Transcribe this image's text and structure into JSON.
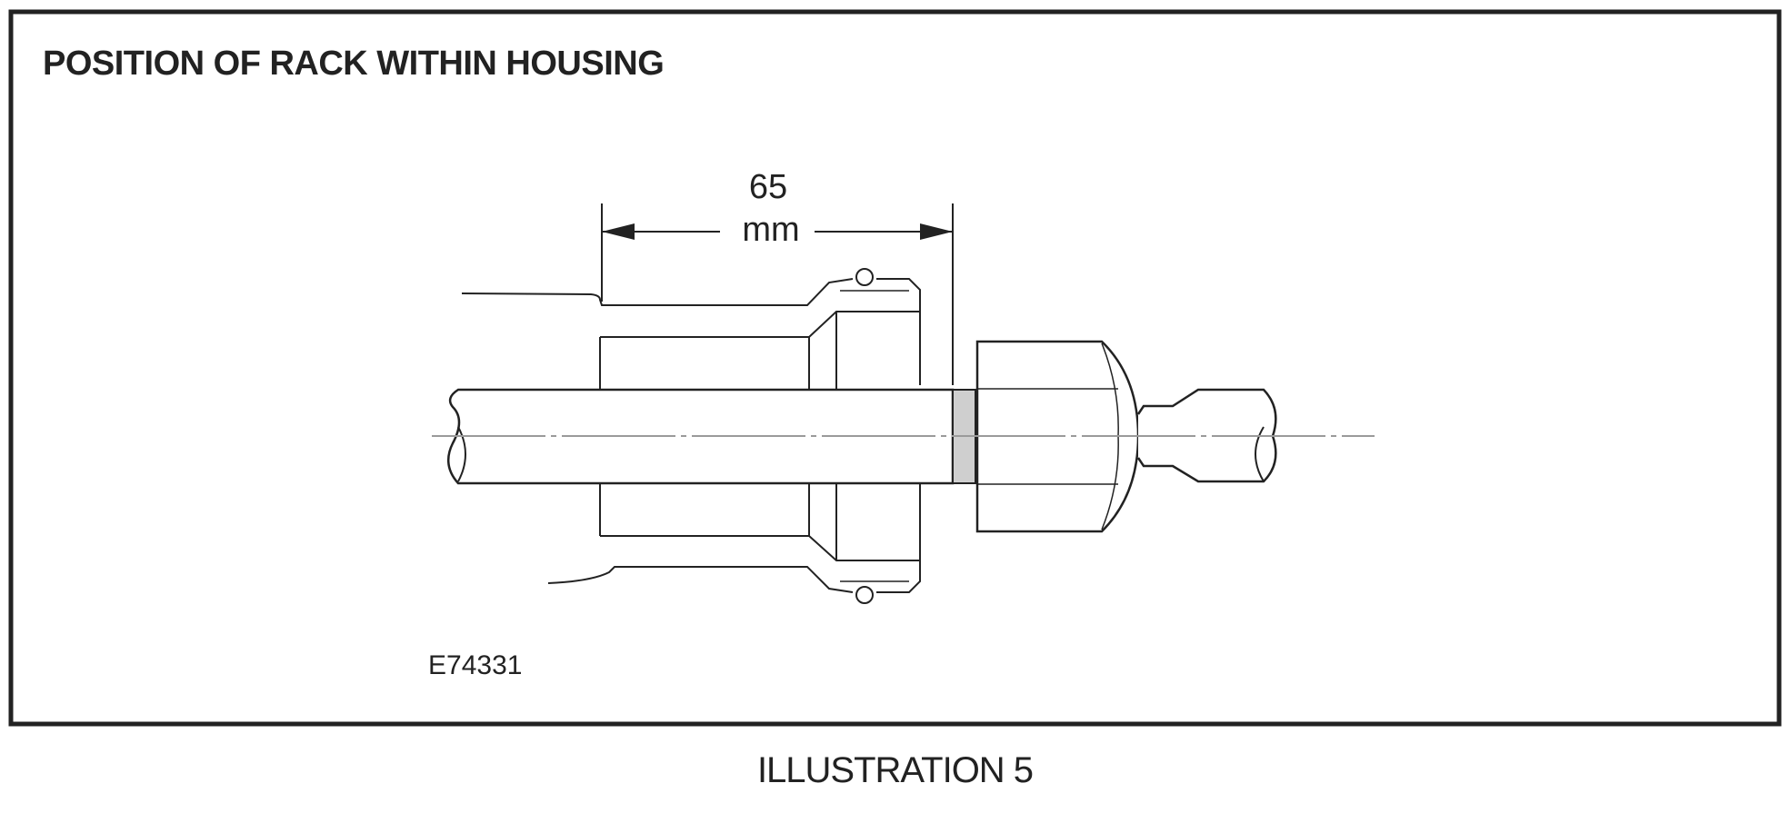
{
  "figure": {
    "title": "POSITION OF RACK WITHIN HOUSING",
    "dimension": {
      "value": "65",
      "unit": "mm"
    },
    "reference_code": "E74331"
  },
  "caption": "ILLUSTRATION 5",
  "colors": {
    "line": "#222222",
    "frame": "#222222",
    "marker_band": "#cfcfcf",
    "centerline": "#9a9a9a",
    "background": "#ffffff"
  }
}
